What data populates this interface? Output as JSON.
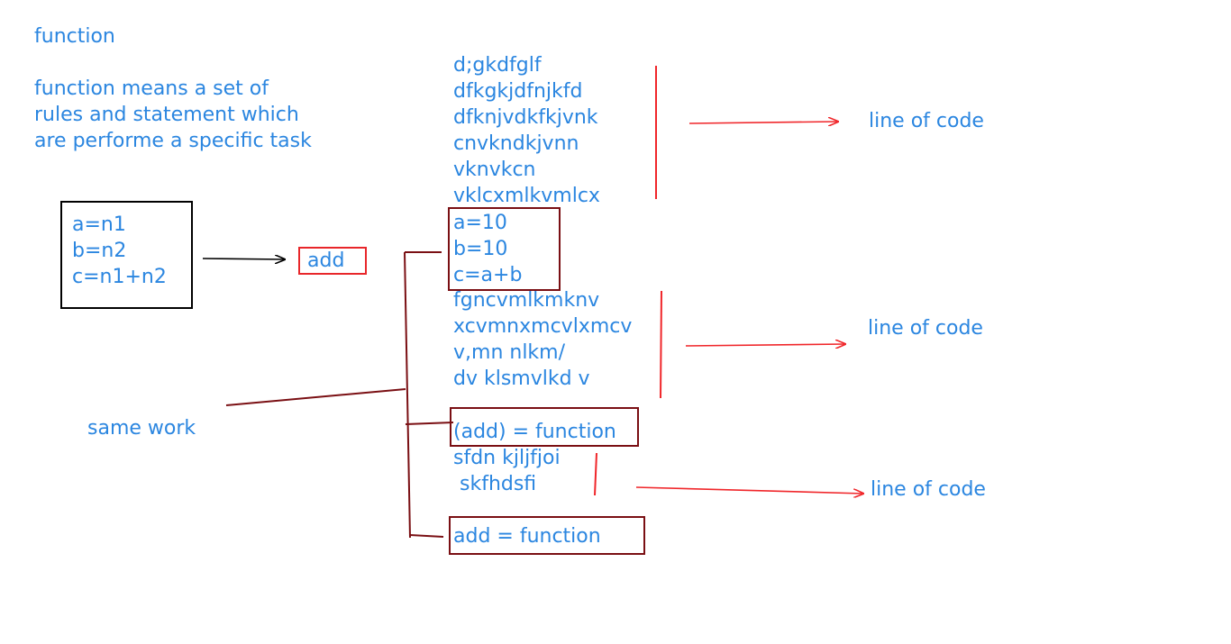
{
  "heading": "function",
  "definition_lines": [
    "function means a set of",
    "rules and statement which",
    "are performe a specific task"
  ],
  "function_body": [
    "a=n1",
    "b=n2",
    "c=n1+n2"
  ],
  "add_label": "add",
  "same_work_label": "same work",
  "code_block_1": [
    "d;gkdfglf",
    "dfkgkjdfnjkfd",
    "dfknjvdkfkjvnk",
    "cnvkndkjvnn",
    "vknvkcn",
    "vklcxmlkvmlcx"
  ],
  "code_highlight": [
    "a=10",
    "b=10",
    "c=a+b"
  ],
  "code_block_2": [
    "fgncvmlkmknv",
    "xcvmnxmcvlxmcv",
    "v,mn nlkm/",
    "dv klsmvlkd v"
  ],
  "add_paren_function": "(add) = function",
  "code_block_3": [
    "sfdn kjljfjoi",
    " skfhdsfi"
  ],
  "add_function": "add = function",
  "line_of_code_labels": [
    "line of code",
    "line of code",
    "line of code"
  ],
  "colors": {
    "text_blue": "#2b86e0",
    "box_black": "#000000",
    "box_red": "#e8262a",
    "box_darkred": "#7a0f13",
    "arrow_red": "#f0262a"
  }
}
